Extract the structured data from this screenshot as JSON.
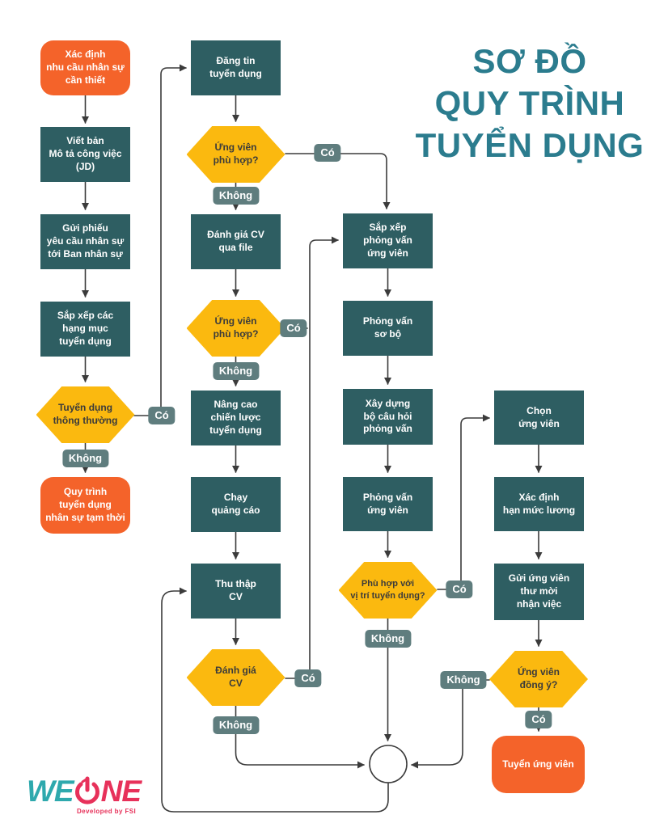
{
  "title": {
    "lines": [
      "SƠ ĐỒ",
      "QUY TRÌNH",
      "TUYỂN DỤNG"
    ]
  },
  "colors": {
    "teal_box": "#2e5e62",
    "orange_box": "#f4632a",
    "decision_yellow": "#fbb90f",
    "edge_label_bg": "#5f7d7e",
    "line": "#3b3b3b",
    "title_teal": "#2b7c8e",
    "logo_teal": "#2ea9ad",
    "logo_pink": "#e7315a"
  },
  "nodes": {
    "define_need": "Xác định\nnhu cầu nhân sự\ncần thiết",
    "write_jd": "Viết bản\nMô tả công việc\n(JD)",
    "send_request": "Gửi phiếu\nyêu cầu nhân sự\ntới Ban nhân sự",
    "arrange_categories": "Sắp xếp các\nhạng mục\ntuyển dụng",
    "normal_recruitment": "Tuyển dụng\nthông thường",
    "temp_process": "Quy trình\ntuyển dụng\nnhân sự tạm thời",
    "post_job": "Đăng tin\ntuyển dụng",
    "candidate_fit_1": "Ứng viên\nphù hợp?",
    "review_cv_file": "Đánh giá CV\nqua file",
    "candidate_fit_2": "Ứng viên\nphù hợp?",
    "improve_strategy": "Nâng cao\nchiến lược\ntuyển dụng",
    "run_ads": "Chạy\nquảng cáo",
    "collect_cv": "Thu thập\nCV",
    "evaluate_cv": "Đánh giá\nCV",
    "schedule_interview": "Sắp xếp\nphỏng vấn\nứng viên",
    "preliminary_interview": "Phỏng vấn\nsơ bộ",
    "build_questions": "Xây dựng\nbộ câu hỏi\nphỏng vấn",
    "interview_candidate": "Phỏng vấn\nứng viên",
    "position_fit": "Phù hợp với\nvị trí tuyển dụng?",
    "select_candidate": "Chọn\nứng viên",
    "determine_salary": "Xác định\nhạn mức lương",
    "send_offer": "Gửi ứng viên\nthư mời\nnhận việc",
    "candidate_agree": "Ứng viên\nđồng ý?",
    "hire_candidate": "Tuyển ứng viên"
  },
  "edge_labels": {
    "yes": "Có",
    "no": "Không"
  },
  "logo": {
    "we": "WE",
    "ne": "NE",
    "tagline": "Developed by FSI"
  }
}
